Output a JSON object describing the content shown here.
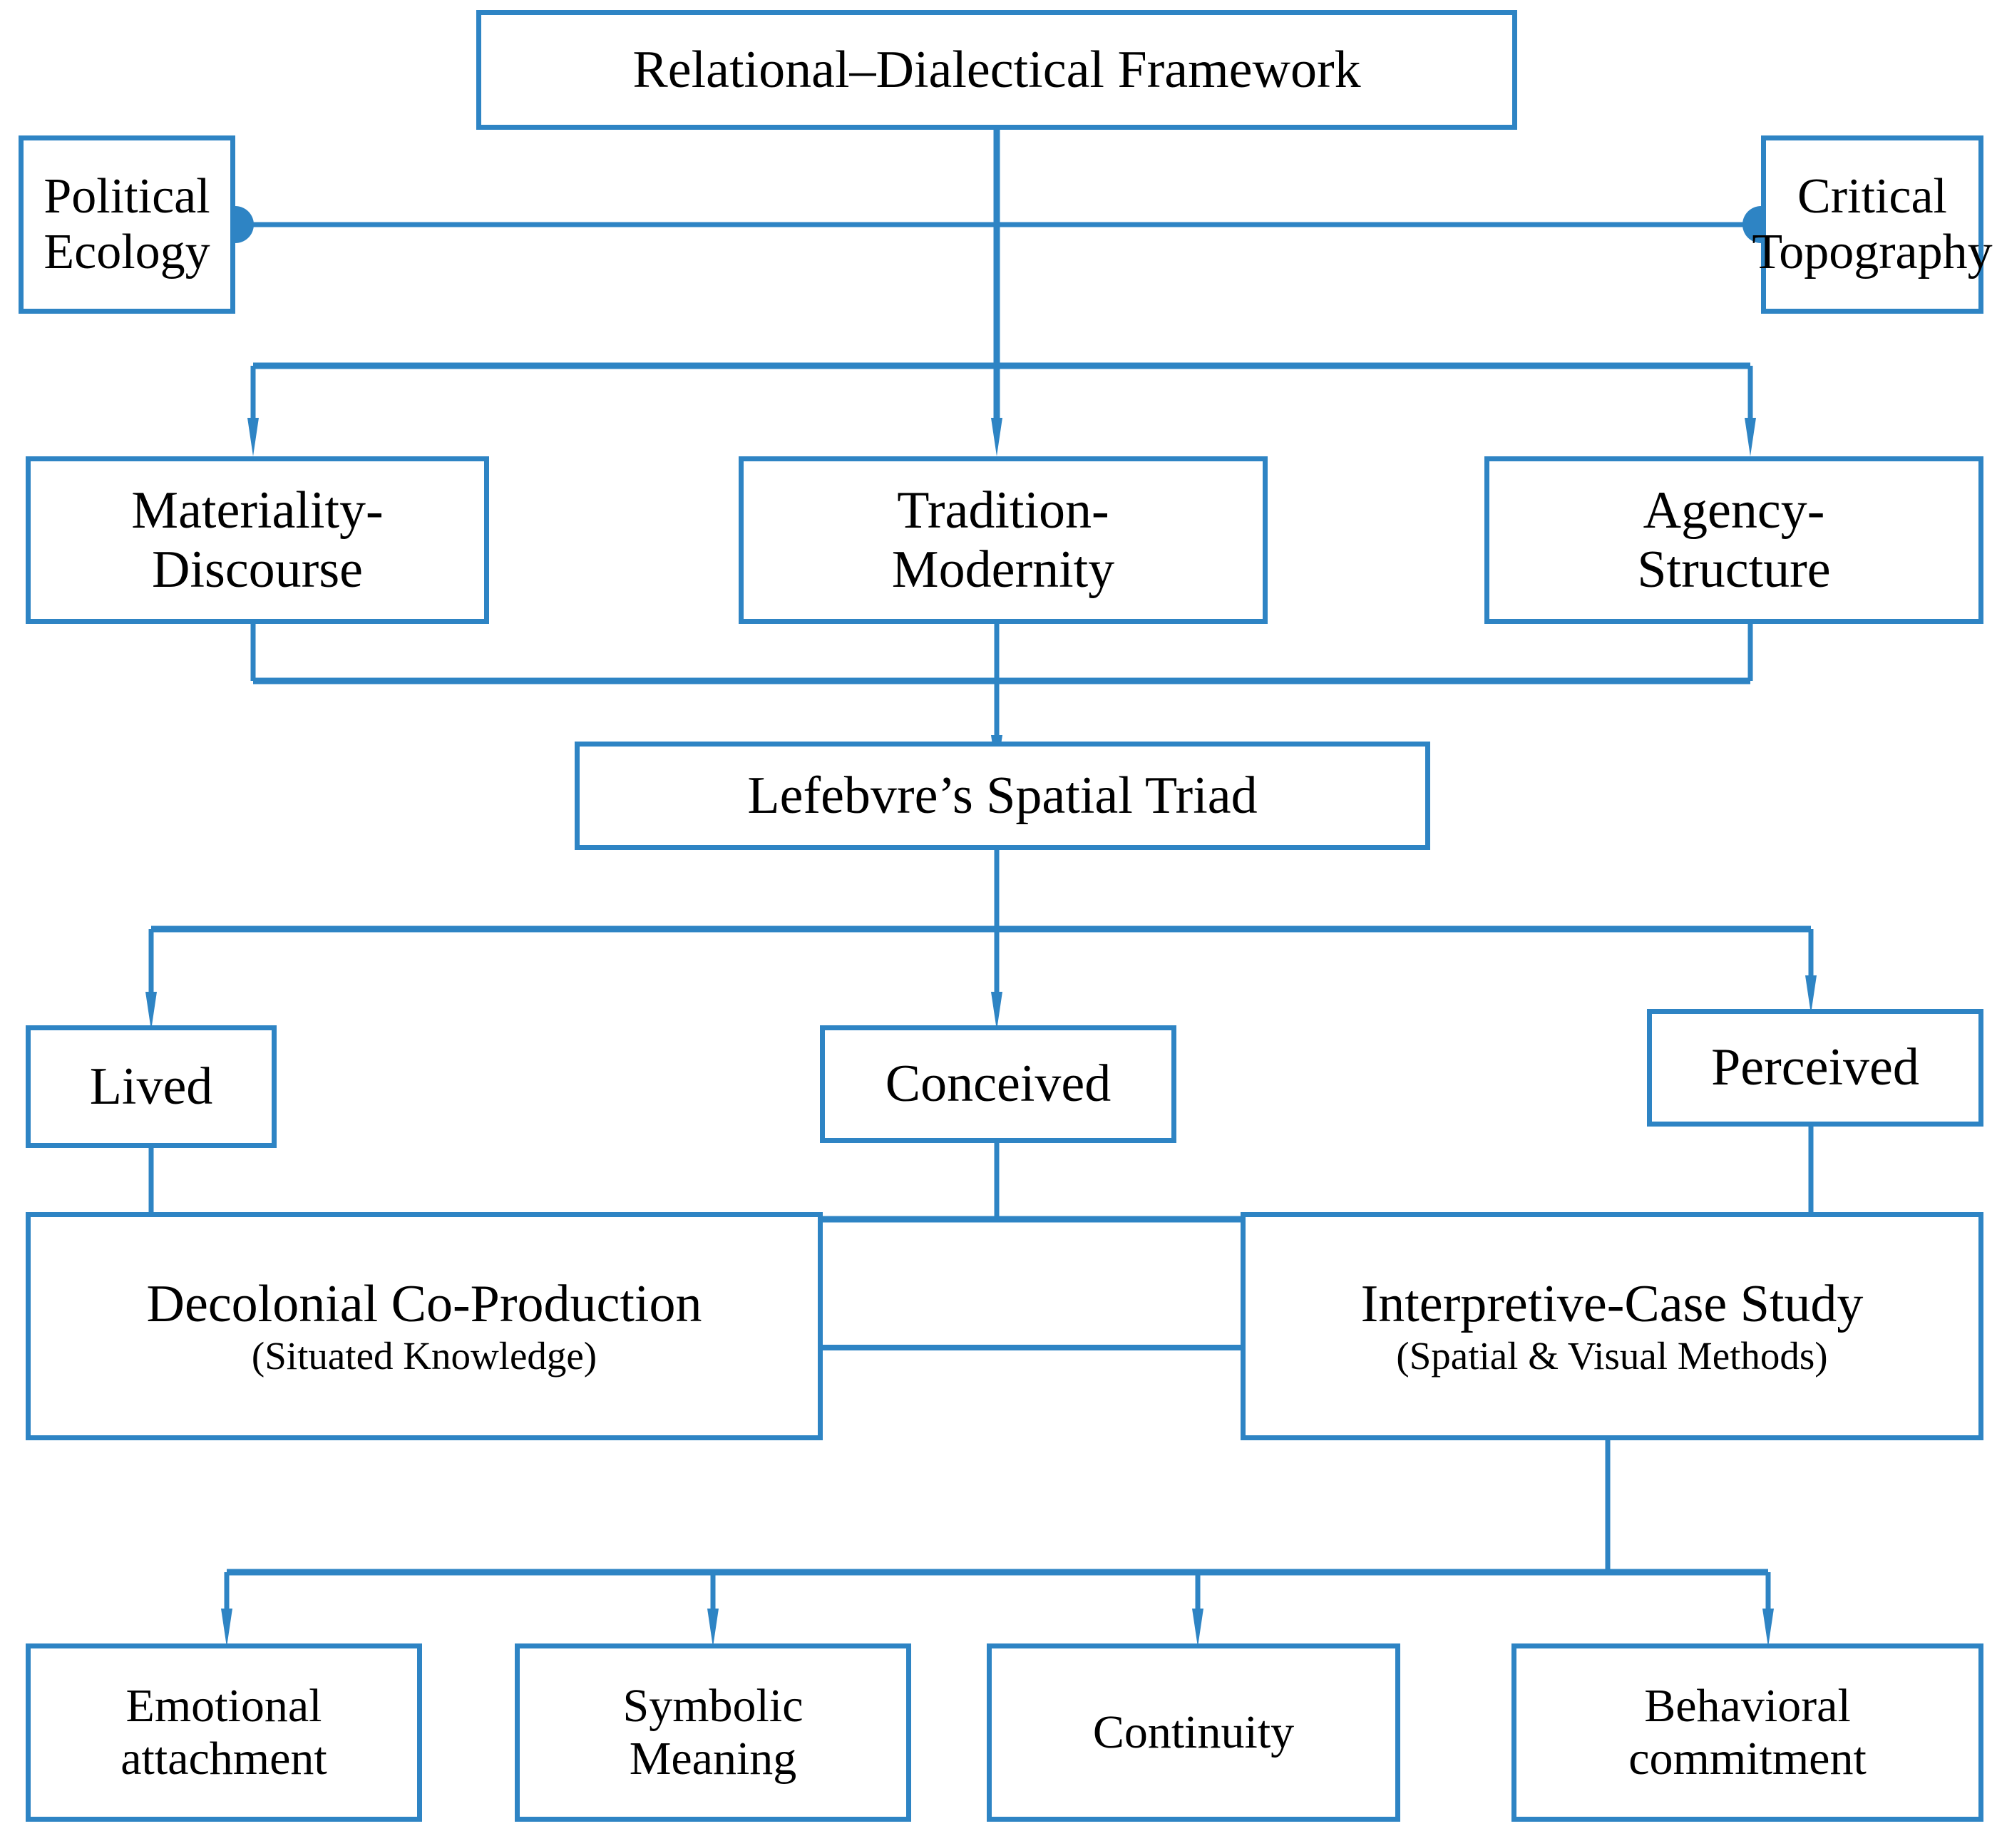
{
  "diagram": {
    "title": "Relational–Dialectical Framework",
    "accent_color": "#2E84C4",
    "background_color": "#FFFFFF",
    "text_color": "#000000",
    "nodes": {
      "framework": {
        "label": "Relational–Dialectical Framework"
      },
      "political_ecology": {
        "line1": "Political",
        "line2": "Ecology"
      },
      "critical_topography": {
        "line1": "Critical",
        "line2": "Topography"
      },
      "materiality_discourse": {
        "line1": "Materiality-",
        "line2": "Discourse"
      },
      "tradition_modernity": {
        "line1": "Tradition-",
        "line2": "Modernity"
      },
      "agency_structure": {
        "line1": "Agency-",
        "line2": "Structure"
      },
      "spatial_triad": {
        "label": "Lefebvre’s Spatial Triad"
      },
      "lived": {
        "label": "Lived"
      },
      "conceived": {
        "label": "Conceived"
      },
      "perceived": {
        "label": "Perceived"
      },
      "decolonial": {
        "line1": "Decolonial Co-Production",
        "line2": "(Situated Knowledge)"
      },
      "interpretive": {
        "line1": "Interpretive-Case Study",
        "line2": "(Spatial & Visual Methods)"
      },
      "emotional_attachment": {
        "line1": "Emotional",
        "line2": "attachment"
      },
      "symbolic_meaning": {
        "line1": "Symbolic",
        "line2": "Meaning"
      },
      "continuity": {
        "label": "Continuity"
      },
      "behavioral_commitment": {
        "line1": "Behavioral",
        "line2": "commitment"
      }
    },
    "edges": [
      {
        "from": "framework",
        "to": "tradition_modernity",
        "style": "arrow-down"
      },
      {
        "from": "political_ecology",
        "to": "critical_topography",
        "style": "dotted-junction-line"
      },
      {
        "from": "framework",
        "to": "materiality_discourse",
        "style": "elbow-arrow"
      },
      {
        "from": "framework",
        "to": "agency_structure",
        "style": "elbow-arrow"
      },
      {
        "from": "materiality_discourse",
        "to": "spatial_triad",
        "style": "merge-arrow"
      },
      {
        "from": "tradition_modernity",
        "to": "spatial_triad",
        "style": "merge-arrow"
      },
      {
        "from": "agency_structure",
        "to": "spatial_triad",
        "style": "merge-arrow"
      },
      {
        "from": "spatial_triad",
        "to": "lived",
        "style": "elbow-arrow"
      },
      {
        "from": "spatial_triad",
        "to": "conceived",
        "style": "arrow-down"
      },
      {
        "from": "spatial_triad",
        "to": "perceived",
        "style": "elbow-arrow"
      },
      {
        "from": "lived",
        "to": "decolonial",
        "style": "merge-arrow"
      },
      {
        "from": "conceived",
        "to": "decolonial",
        "style": "merge-arrow"
      },
      {
        "from": "perceived",
        "to": "decolonial",
        "style": "merge-arrow"
      },
      {
        "from": "decolonial",
        "to": "interpretive",
        "style": "arrow-right"
      },
      {
        "from": "interpretive",
        "to": "emotional_attachment",
        "style": "elbow-arrow"
      },
      {
        "from": "interpretive",
        "to": "symbolic_meaning",
        "style": "elbow-arrow"
      },
      {
        "from": "interpretive",
        "to": "continuity",
        "style": "elbow-arrow"
      },
      {
        "from": "interpretive",
        "to": "behavioral_commitment",
        "style": "elbow-arrow"
      }
    ]
  }
}
